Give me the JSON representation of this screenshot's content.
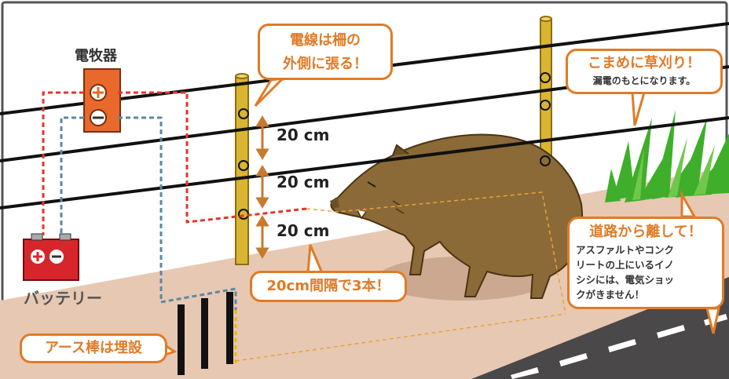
{
  "labels": {
    "charger": "電牧器",
    "battery": "バッテリー",
    "spacing_1": "20 cm",
    "spacing_2": "20 cm",
    "spacing_3": "20 cm"
  },
  "callouts": {
    "outside": {
      "line1": "電線は柵の",
      "line2": "外側に張る！"
    },
    "mowing": {
      "title": "こまめに草刈り！",
      "sub": "漏電のもとになります。"
    },
    "road": {
      "title": "道路から離して！",
      "sub_lines": [
        "アスファルトやコンク",
        "リートの上にいるイノ",
        "シシには、電気ショッ",
        "クがきません！"
      ]
    },
    "interval": {
      "text": "20cm間隔で3本！"
    },
    "earth": {
      "text": "アース棒は埋設"
    }
  },
  "colors": {
    "accent_orange": "#e07b27",
    "post": "#d9b532",
    "wire": "#111111",
    "ground": "#e7c8b3",
    "road": "#4a4848",
    "boar": "#8b6a37",
    "grass": "#3fae2a",
    "charger": "#e8692b",
    "battery": "#d7262b",
    "live_wire": "#e0372c",
    "earth_wire": "#5a8aa0",
    "dash": "#f4b400"
  }
}
